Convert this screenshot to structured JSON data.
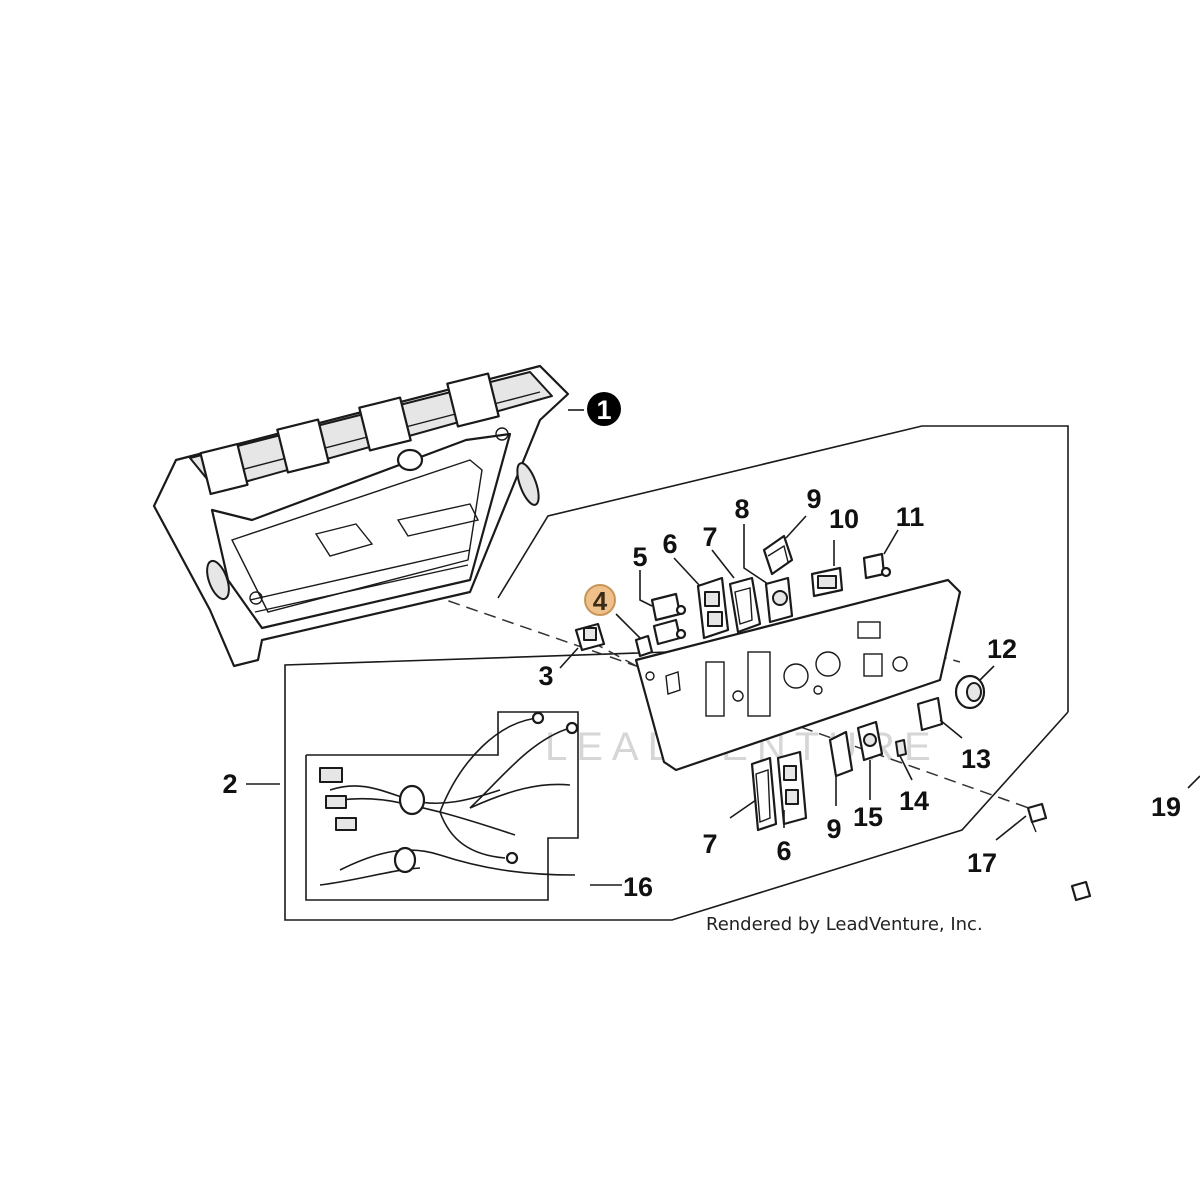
{
  "diagram": {
    "credit": "Rendered by LeadVenture, Inc.",
    "watermark": "LEADVENTURE",
    "highlight_color": "#f0c08a",
    "callout_color": "#000000",
    "callouts": [
      {
        "id": "1",
        "label": "1",
        "style": "filled"
      },
      {
        "id": "2",
        "label": "2",
        "style": "plain"
      },
      {
        "id": "3",
        "label": "3",
        "style": "plain"
      },
      {
        "id": "4",
        "label": "4",
        "style": "highlighted"
      },
      {
        "id": "5",
        "label": "5",
        "style": "plain"
      },
      {
        "id": "6a",
        "label": "6",
        "style": "plain"
      },
      {
        "id": "6b",
        "label": "6",
        "style": "plain"
      },
      {
        "id": "7a",
        "label": "7",
        "style": "plain"
      },
      {
        "id": "7b",
        "label": "7",
        "style": "plain"
      },
      {
        "id": "8",
        "label": "8",
        "style": "plain"
      },
      {
        "id": "9a",
        "label": "9",
        "style": "plain"
      },
      {
        "id": "9b",
        "label": "9",
        "style": "plain"
      },
      {
        "id": "10",
        "label": "10",
        "style": "plain"
      },
      {
        "id": "11",
        "label": "11",
        "style": "plain"
      },
      {
        "id": "12",
        "label": "12",
        "style": "plain"
      },
      {
        "id": "13",
        "label": "13",
        "style": "plain"
      },
      {
        "id": "14",
        "label": "14",
        "style": "plain"
      },
      {
        "id": "15",
        "label": "15",
        "style": "plain"
      },
      {
        "id": "16",
        "label": "16",
        "style": "plain"
      },
      {
        "id": "17",
        "label": "17",
        "style": "plain"
      },
      {
        "id": "19",
        "label": "19",
        "style": "plain"
      }
    ]
  }
}
